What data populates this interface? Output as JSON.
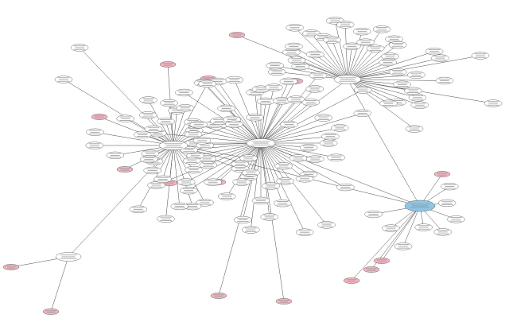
{
  "colors": {
    "normal_fill": "#ffffff",
    "highlight_fill": "#f4b6c2",
    "root_fill": "#8ec7e6",
    "edge": "#4a4a4a"
  },
  "caption": "",
  "hubs": [
    {
      "id": "hub-upper-right"
    },
    {
      "id": "hub-center"
    },
    {
      "id": "hub-left"
    },
    {
      "id": "hub-lower-left"
    },
    {
      "id": "root-node"
    }
  ]
}
